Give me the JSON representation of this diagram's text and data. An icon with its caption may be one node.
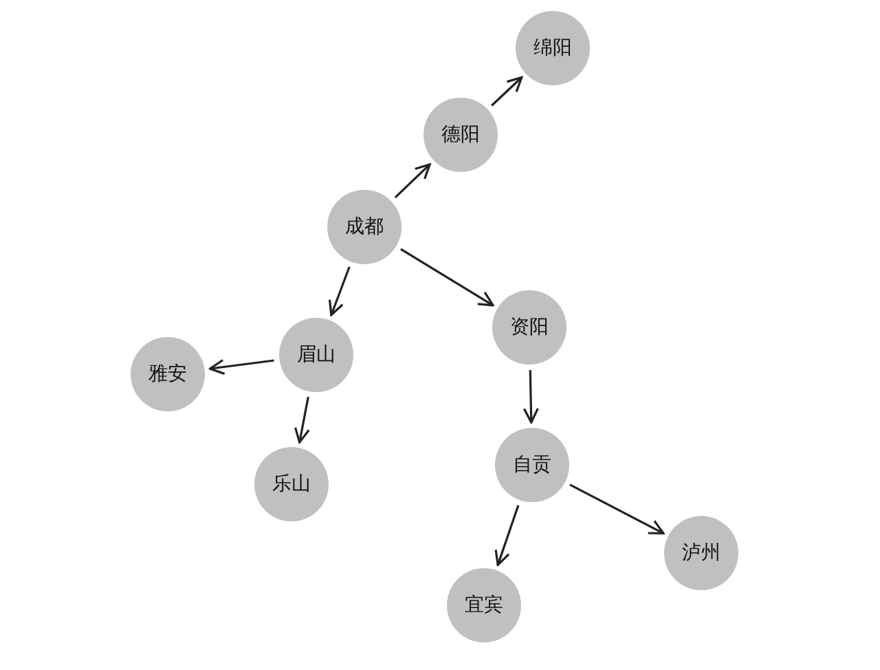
{
  "diagram": {
    "nodes": [
      {
        "text": [
          "成都"
        ]
      },
      {
        "text": [
          "德阳"
        ]
      },
      {
        "text": [
          "绵阳"
        ]
      },
      {
        "text": [
          "眉山"
        ]
      },
      {
        "text": [
          "资阳"
        ]
      },
      {
        "text": [
          "雅安"
        ]
      },
      {
        "text": [
          "乐山"
        ]
      },
      {
        "text": [
          "自贡"
        ]
      },
      {
        "text": [
          "宜宾"
        ]
      },
      {
        "text": [
          "泸州"
        ]
      }
    ],
    "edges": [
      {
        "from": 0,
        "to": 1,
        "arrow": "to"
      },
      {
        "from": 1,
        "to": 2,
        "arrow": "to"
      },
      {
        "from": 0,
        "to": 3,
        "arrow": "to"
      },
      {
        "from": 0,
        "to": 4,
        "arrow": "to"
      },
      {
        "from": 3,
        "to": 5,
        "arrow": "to"
      },
      {
        "from": 3,
        "to": 6,
        "arrow": "to"
      },
      {
        "from": 4,
        "to": 7,
        "arrow": "to"
      },
      {
        "from": 7,
        "to": 8,
        "arrow": "to"
      },
      {
        "from": 7,
        "to": 9,
        "arrow": "to"
      }
    ]
  }
}
